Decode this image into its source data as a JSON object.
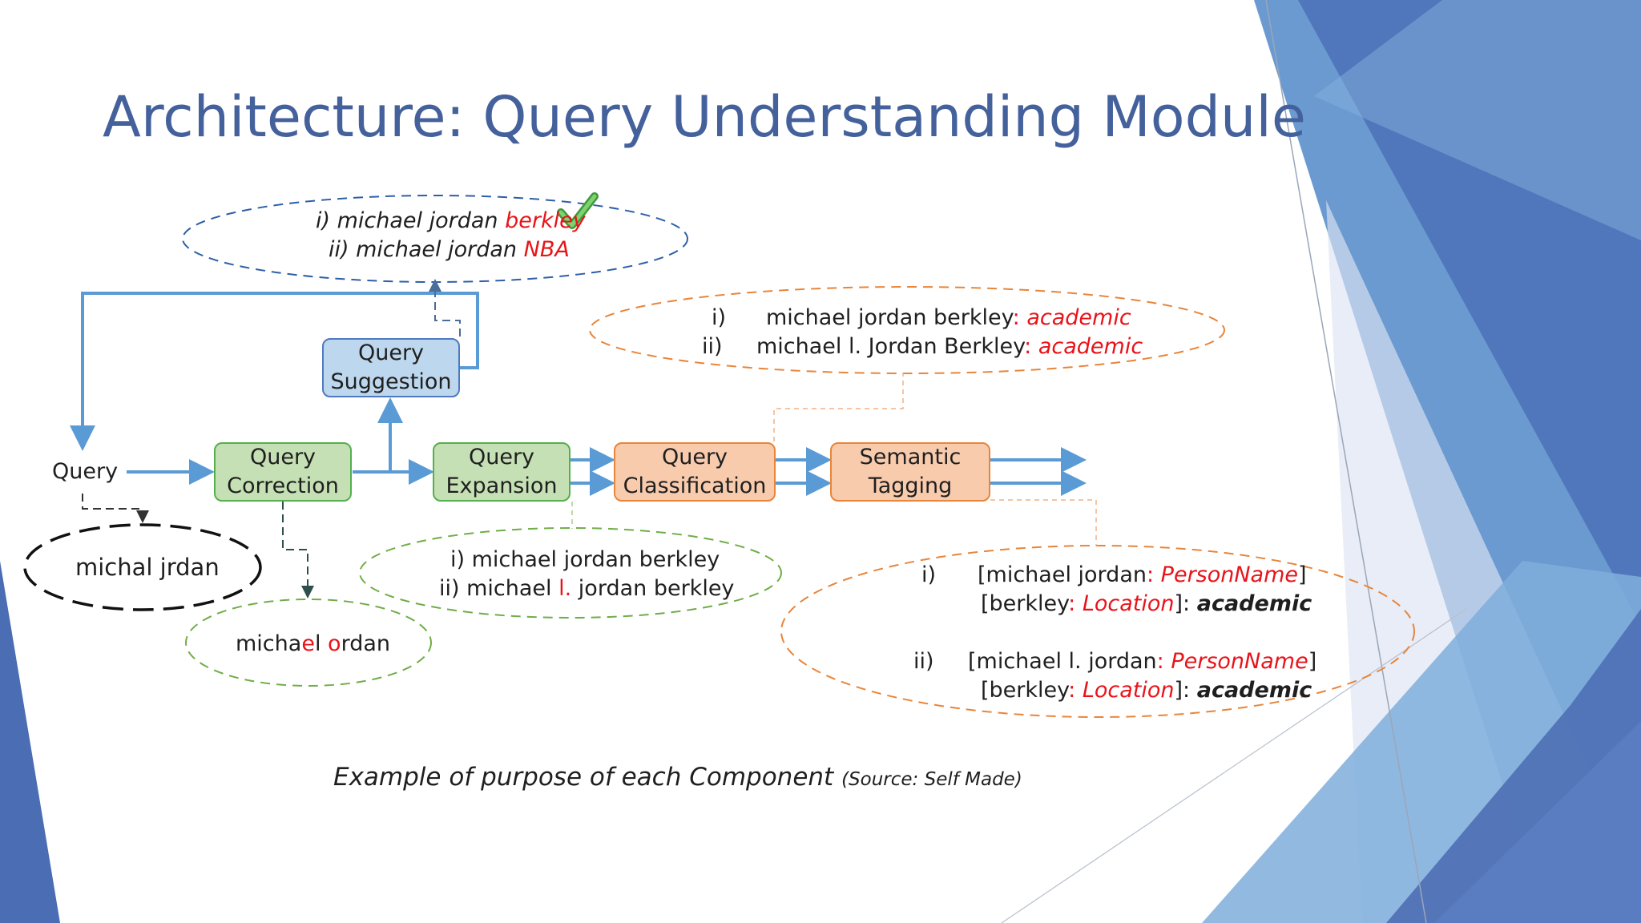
{
  "slide": {
    "title": "Architecture: Query Understanding Module",
    "caption": "Example of purpose of each Component",
    "caption_source": "(Source: Self Made)"
  },
  "pipeline": {
    "query_label": "Query",
    "correction": [
      "Query",
      "Correction"
    ],
    "suggestion": [
      "Query",
      "Suggestion"
    ],
    "expansion": [
      "Query",
      "Expansion"
    ],
    "classification": [
      "Query",
      "Classification"
    ],
    "tagging": [
      "Semantic",
      "Tagging"
    ]
  },
  "examples": {
    "misspelled": "michal jrdan",
    "corrected": {
      "p1": "micha",
      "hl1": "e",
      "p2": "l ",
      "hl2": "o",
      "p3": "rdan"
    },
    "suggestions": [
      {
        "prefix": "i) michael jordan ",
        "highlight": "berkley"
      },
      {
        "prefix": "ii) michael jordan ",
        "highlight": "NBA"
      }
    ],
    "expansions": [
      {
        "text": "i) michael jordan berkley"
      },
      {
        "prefix": "ii) michael ",
        "highlight": "l.",
        "suffix": " jordan berkley"
      }
    ],
    "classifications": [
      {
        "num": "i)",
        "text": "michael jordan berkley",
        "sep": ": ",
        "label": "academic"
      },
      {
        "num": "ii)",
        "text": "michael l. Jordan Berkley",
        "sep": ": ",
        "label": "academic"
      }
    ],
    "tagging": [
      {
        "num": "i)",
        "l1_open": "[michael jordan",
        "l1_sep": ": ",
        "l1_tag": "PersonName",
        "l1_close": "]",
        "l2_open": "[berkley",
        "l2_sep": ": ",
        "l2_tag": "Location",
        "l2_close": "]: ",
        "l2_label": "academic"
      },
      {
        "num": "ii)",
        "l1_open": "[michael l. jordan",
        "l1_sep": ": ",
        "l1_tag": "PersonName",
        "l1_close": "]",
        "l2_open": "[berkley",
        "l2_sep": ": ",
        "l2_tag": "Location",
        "l2_close": "]: ",
        "l2_label": "academic"
      }
    ]
  },
  "icons": {
    "selected_suggestion": "checkmark-icon"
  },
  "colors": {
    "title": "#44619c",
    "arrow": "#5b9bd5",
    "red_highlight": "#e8141a",
    "green_box": "#c5e0b4",
    "blue_box": "#bdd7ee",
    "orange_box": "#f8cbad",
    "orange_dash": "#e8853a",
    "green_dash": "#70ad47",
    "blue_dash": "#2e5fa8"
  }
}
